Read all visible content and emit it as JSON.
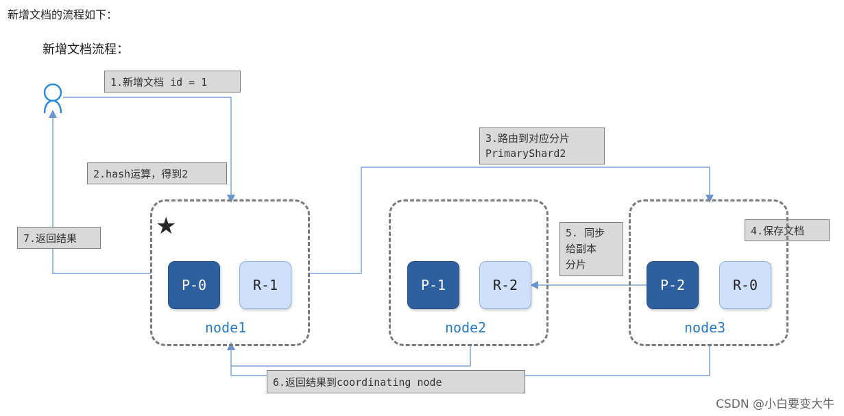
{
  "intro_text": "新增文档的流程如下：",
  "subtitle": "新增文档流程：",
  "steps": {
    "s1": "1.新增文档 id = 1",
    "s2": "2.hash运算，得到2",
    "s3_line1": "3.路由到对应分片",
    "s3_line2": "PrimaryShard2",
    "s4": "4.保存文档",
    "s5_line1": "5. 同步",
    "s5_line2": "给副本",
    "s5_line3": "分片",
    "s6": "6.返回结果到coordinating node",
    "s7": "7.返回结果"
  },
  "nodes": [
    {
      "name": "node1",
      "primary": "P-0",
      "replica": "R-1"
    },
    {
      "name": "node2",
      "primary": "P-1",
      "replica": "R-2"
    },
    {
      "name": "node3",
      "primary": "P-2",
      "replica": "R-0"
    }
  ],
  "star_glyph": "★",
  "watermark": "CSDN @小白要变大牛",
  "icons": {
    "user": "user-icon",
    "coordinator": "star-icon"
  },
  "colors": {
    "primary": "#2e5f9e",
    "replica": "#cfe0fb",
    "line": "#7aa3d8",
    "node_label": "#2a7ac2",
    "step_label_bg": "#d9d9d9"
  }
}
